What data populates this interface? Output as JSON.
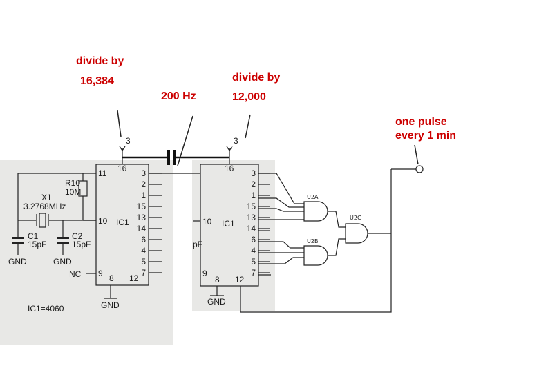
{
  "annotations": {
    "divide1_line1": "divide by",
    "divide1_line2": "16,384",
    "freq": "200 Hz",
    "divide2_line1": "divide by",
    "divide2_line2": "12,000",
    "pulse_line1": "one pulse",
    "pulse_line2": "every 1 min",
    "color": "#cc0000"
  },
  "ic_left": {
    "name": "IC1",
    "part": "IC1=4060",
    "pin_top_3": "3",
    "pin_16": "16",
    "pin_11": "11",
    "pin_10": "10",
    "pin_9": "9",
    "pin_8": "8",
    "pin_12": "12",
    "nc": "NC",
    "gnd": "GND",
    "right_pins": [
      "3",
      "2",
      "1",
      "15",
      "13",
      "14",
      "6",
      "4",
      "5",
      "7"
    ]
  },
  "ic_right": {
    "name": "IC1",
    "pin_top_3": "3",
    "pin_16": "16",
    "pin_10": "10",
    "pin_9": "9",
    "pin_8": "8",
    "pin_12": "12",
    "gnd": "GND",
    "cut_text": "pF",
    "right_pins": [
      "3",
      "2",
      "1",
      "15",
      "13",
      "14",
      "6",
      "4",
      "5",
      "7"
    ]
  },
  "components": {
    "r10": "R10",
    "r10_val": "10M",
    "x1": "X1",
    "x1_val": "3.2768MHz",
    "c1": "C1",
    "c1_val": "15pF",
    "c2": "C2",
    "c2_val": "15pF",
    "gnd1": "GND",
    "gnd2": "GND"
  },
  "gates": {
    "u2a": "U2A",
    "u2b": "U2B",
    "u2c": "U2C"
  },
  "colors": {
    "paper": "#e8e8e6",
    "ink": "#222222"
  }
}
